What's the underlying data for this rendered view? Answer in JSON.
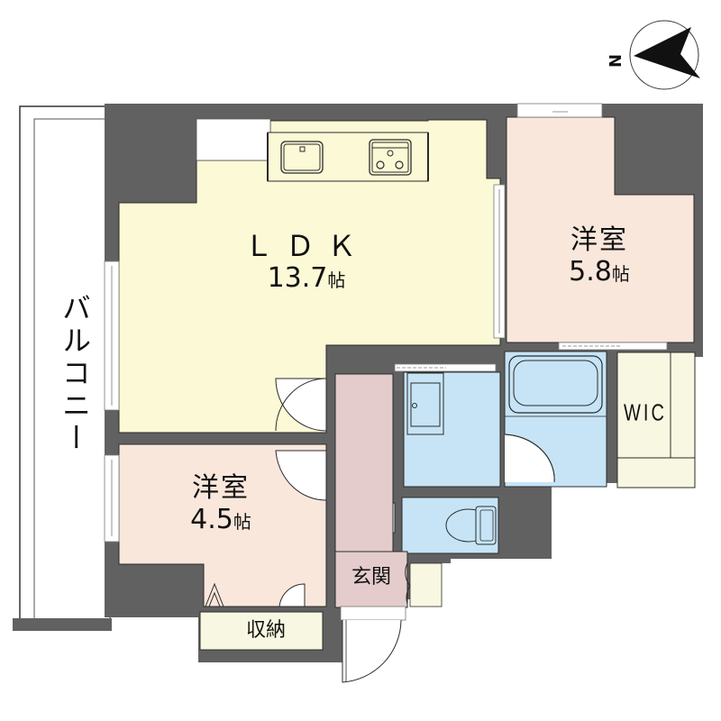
{
  "compass": {
    "letter": "N",
    "icon": "north-arrow-icon"
  },
  "rooms": {
    "ldk": {
      "name": "ＬＤＫ",
      "size_value": "13.7",
      "size_unit": "帖",
      "color": "#fbf9d6"
    },
    "western_room_1": {
      "name": "洋室",
      "size_value": "5.8",
      "size_unit": "帖",
      "color": "#fae7dc"
    },
    "western_room_2": {
      "name": "洋室",
      "size_value": "4.5",
      "size_unit": "帖",
      "color": "#fae7dc"
    },
    "wic": {
      "name": "WIC",
      "color": "#f8f8e2"
    },
    "storage": {
      "name": "収納",
      "color": "#f8f8e2"
    },
    "entrance": {
      "name": "玄関",
      "color": "#e3cccb"
    },
    "hallway": {
      "color": "#e3cccb"
    },
    "washroom": {
      "color": "#c6e4f6"
    },
    "bathroom": {
      "color": "#c6e4f6"
    },
    "toilet": {
      "color": "#c6e4f6"
    }
  },
  "balcony": {
    "label": "バルコニー"
  },
  "fixtures": {
    "kitchen_sink": "sink-icon",
    "stove": "gas-stove-icon",
    "bathtub": "bathtub-icon",
    "wash_basin": "wash-basin-icon",
    "toilet": "toilet-icon"
  },
  "colors": {
    "wall": "#616161",
    "outline": "#2b2b2b"
  }
}
